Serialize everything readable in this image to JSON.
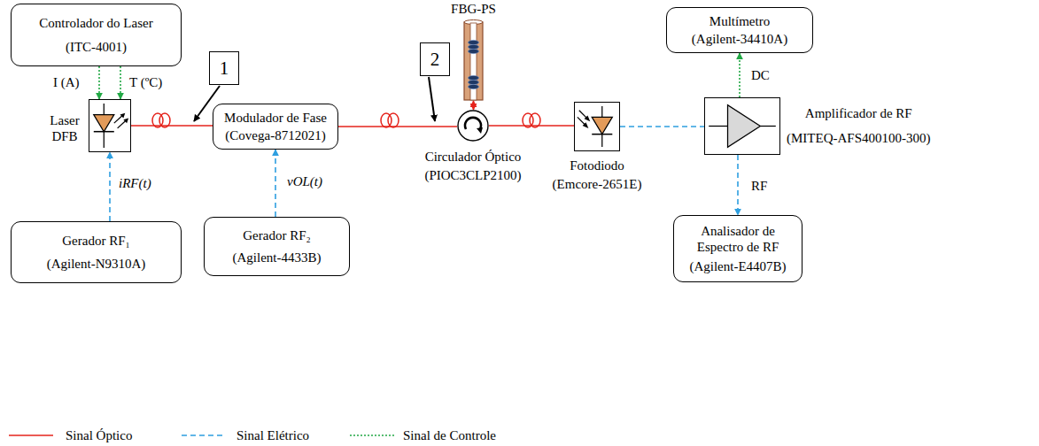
{
  "diagram": {
    "nodes": [
      {
        "text": [
          "Controlador do Laser",
          "(ITC-4001)"
        ]
      },
      {
        "text": [
          "Laser DFB"
        ]
      },
      {
        "text": [
          "Modulador de Fase",
          "(Covega-8712021)"
        ]
      },
      {
        "text": [
          "Gerador RF₁",
          "(Agilent-N9310A)"
        ]
      },
      {
        "text": [
          "Gerador RF₂",
          "(Agilent-4433B)"
        ]
      },
      {
        "text": [
          "FBG-PS"
        ]
      },
      {
        "text": [
          "Circulador Óptico",
          "(PIOC3CLP2100)"
        ]
      },
      {
        "text": [
          "Fotodiodo",
          "(Emcore-2651E)"
        ]
      },
      {
        "text": [
          "Amplificador de RF",
          "(MITEQ-AFS400100-300)"
        ]
      },
      {
        "text": [
          "Multímetro",
          "(Agilent-34410A)"
        ]
      },
      {
        "text": [
          "Analisador de Espectro de RF",
          "(Agilent-E4407B)"
        ]
      }
    ],
    "edges": [
      {
        "from": 0,
        "to": 1,
        "label": "I (A)",
        "arrow": "to"
      },
      {
        "from": 0,
        "to": 1,
        "label": "T (ºC)",
        "arrow": "to"
      },
      {
        "from": 3,
        "to": 1,
        "label": "iRF(t)",
        "arrow": "to"
      },
      {
        "from": 1,
        "to": 2,
        "arrow": "none"
      },
      {
        "from": 4,
        "to": 2,
        "label": "vOL(t)",
        "arrow": "to"
      },
      {
        "from": 2,
        "to": 6,
        "arrow": "none"
      },
      {
        "from": 6,
        "to": 5,
        "arrow": "both"
      },
      {
        "from": 6,
        "to": 7,
        "arrow": "none"
      },
      {
        "from": 7,
        "to": 8,
        "arrow": "none"
      },
      {
        "from": 8,
        "to": 9,
        "label": "DC",
        "arrow": "to"
      },
      {
        "from": 8,
        "to": 10,
        "label": "RF",
        "arrow": "to"
      }
    ],
    "labels": [
      "1",
      "2"
    ],
    "legend": [
      {
        "text": "Sinal Óptico"
      },
      {
        "text": "Sinal Elétrico"
      },
      {
        "text": "Sinal de Controle"
      }
    ]
  }
}
